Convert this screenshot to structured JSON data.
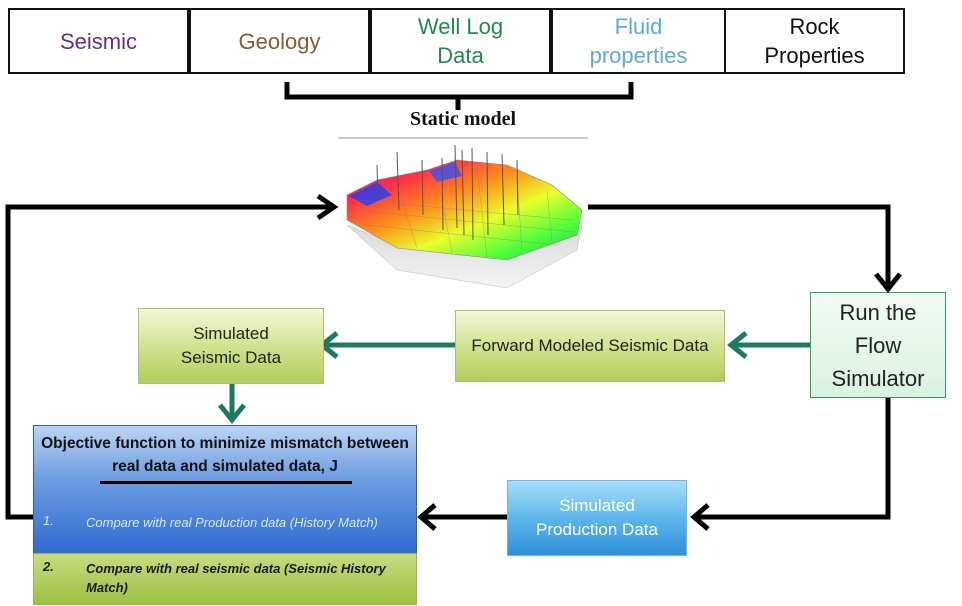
{
  "top_boxes": [
    {
      "label": "Seismic",
      "color": "#6a2c8c"
    },
    {
      "label": "Geology",
      "color": "#8b5a2b"
    },
    {
      "label": "Well Log Data",
      "color": "#1f8a4c"
    },
    {
      "label": "Fluid properties",
      "color": "#5fa8dc"
    },
    {
      "label": "Rock Properties",
      "color": "#111111"
    }
  ],
  "static_model": {
    "title": "Static model"
  },
  "boxes": {
    "run_simulator": "Run the Flow Simulator",
    "forward_modeled": "Forward Modeled Seismic Data",
    "simulated_seismic": "Simulated Seismic Data",
    "simulated_production": "Simulated Production Data"
  },
  "objective": {
    "title": "Objective function to minimize mismatch between real data and simulated data, J",
    "items": [
      {
        "number": "1.",
        "text": "Compare with real Production data (History Match)"
      },
      {
        "number": "2.",
        "text": "Compare with real seismic data (Seismic History Match)"
      }
    ]
  },
  "colors": {
    "green_arrow": "#1d7a5e",
    "black_arrow": "#000000",
    "blue_box": "#2d6ad2",
    "green_box": "#b4cd5c"
  }
}
